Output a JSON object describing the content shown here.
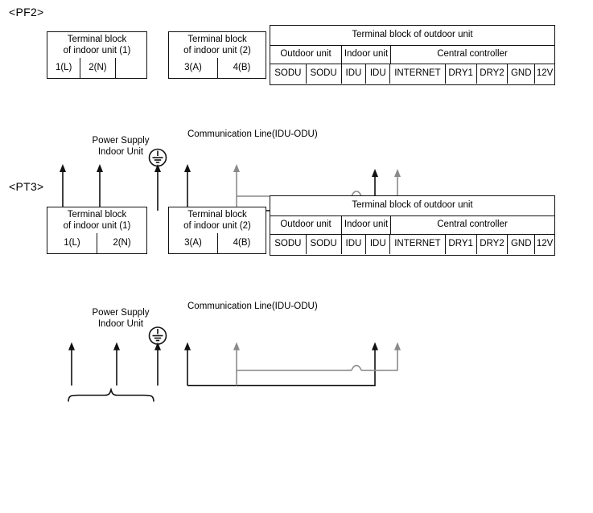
{
  "diagrams": [
    {
      "id": "pf2",
      "title": "<PF2>",
      "indoor1": {
        "header": "Terminal block\nof indoor unit (1)",
        "header_line1": "Terminal block",
        "header_line2": "of indoor unit (1)",
        "cells": [
          "1(L)",
          "2(N)",
          ""
        ]
      },
      "indoor2": {
        "header_line1": "Terminal block",
        "header_line2": "of indoor unit (2)",
        "cells": [
          "3(A)",
          "4(B)"
        ]
      },
      "outdoor": {
        "title": "Terminal block of outdoor unit",
        "groups": [
          "Outdoor unit",
          "Indoor unit",
          "Central controller"
        ],
        "terminals": [
          "SODU",
          "SODU",
          "IDU",
          "IDU",
          "INTERNET",
          "DRY1",
          "DRY2",
          "GND",
          "12V"
        ]
      },
      "ground_symbol": "earth-ground",
      "power_caption_line1": "Power Supply",
      "power_caption_line2": "Indoor Unit",
      "comm_caption": "Communication Line(IDU-ODU)"
    },
    {
      "id": "pt3",
      "title": "<PT3>",
      "indoor1": {
        "header_line1": "Terminal block",
        "header_line2": "of indoor unit (1)",
        "cells": [
          "1(L)",
          "2(N)"
        ]
      },
      "indoor2": {
        "header_line1": "Terminal block",
        "header_line2": "of indoor unit (2)",
        "cells": [
          "3(A)",
          "4(B)"
        ]
      },
      "outdoor": {
        "title": "Terminal block of outdoor unit",
        "groups": [
          "Outdoor unit",
          "Indoor unit",
          "Central controller"
        ],
        "terminals": [
          "SODU",
          "SODU",
          "IDU",
          "IDU",
          "INTERNET",
          "DRY1",
          "DRY2",
          "GND",
          "12V"
        ]
      },
      "ground_symbol": "earth-ground",
      "power_caption_line1": "Power Supply",
      "power_caption_line2": "Indoor Unit",
      "comm_caption": "Communication Line(IDU-ODU)"
    }
  ],
  "colors": {
    "line": "#111111",
    "line_gray": "#8a8a8a",
    "background": "#ffffff"
  }
}
